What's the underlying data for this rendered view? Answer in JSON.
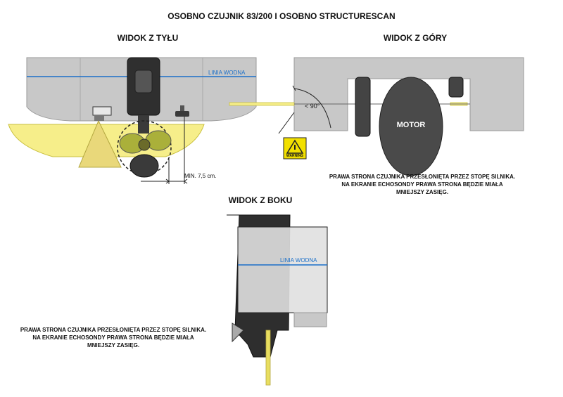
{
  "title": "OSOBNO CZUJNIK 83/200 I OSOBNO STRUCTURESCAN",
  "rear_view": {
    "heading": "WIDOK Z TYŁU",
    "waterline_label": "LINIA WODNA",
    "min_distance_label": "MIN. 7,5 cm."
  },
  "top_view": {
    "heading": "WIDOK Z GÓRY",
    "angle_label": "< 90°",
    "warning_label": "WARNING",
    "motor_label": "MOTOR",
    "note_lines": [
      "PRAWA STRONA CZUJNIKA PRZESŁONIĘTA PRZEZ STOPĘ SILNIKA.",
      "NA EKRANIE ECHOSONDY PRAWA STRONA BĘDZIE MIAŁA",
      "MNIEJSZY ZASIĘG."
    ]
  },
  "side_view": {
    "heading": "WIDOK Z BOKU",
    "waterline_label": "LINIA WODNA",
    "note_lines": [
      "PRAWA STRONA CZUJNIKA PRZESŁONIĘTA PRZEZ STOPĘ SILNIKA.",
      "NA EKRANIE ECHOSONDY PRAWA STRONA BĘDZIE MIAŁA",
      "MNIEJSZY ZASIĘG."
    ]
  },
  "colors": {
    "hull": "#c8c8c8",
    "waterline": "#1a6fc9",
    "beam": "#f6ee8a",
    "prop": "#aab03a",
    "motor": "#4a4a4a",
    "warning": "#f2e000"
  }
}
